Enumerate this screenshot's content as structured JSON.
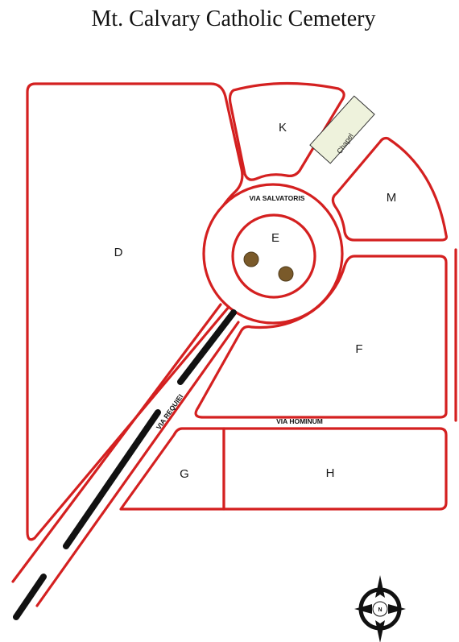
{
  "title": "Mt. Calvary Catholic Cemetery",
  "sections": {
    "d": "D",
    "e": "E",
    "f": "F",
    "g": "G",
    "h": "H",
    "k": "K",
    "m": "M"
  },
  "roads": {
    "salvatoris": "VIA SALVATORIS",
    "hominum": "VIA HOMINUM",
    "requiei": "VIA REQUIEI"
  },
  "chapel": "Chapel",
  "compass": {
    "north_label": "N"
  },
  "colors": {
    "boundary": "#d42020",
    "road_center_line": "#111111",
    "tree": "#7a5a2a",
    "chapel_fill": "#eef2dc"
  },
  "trees": 2
}
